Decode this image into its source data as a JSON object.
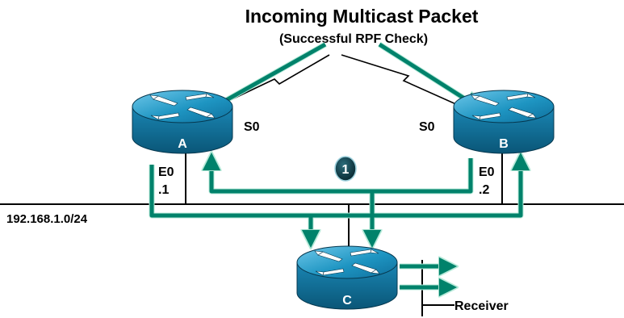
{
  "title": "Incoming Multicast Packet",
  "subtitle": "(Successful RPF Check)",
  "routers": [
    {
      "label": "A"
    },
    {
      "label": "B"
    },
    {
      "label": "C"
    }
  ],
  "interfaces": {
    "a_serial": "S0",
    "b_serial": "S0",
    "a_ethernet": "E0",
    "a_host": ".1",
    "b_ethernet": "E0",
    "b_host": ".2"
  },
  "network_label": "192.168.1.0/24",
  "step_badge": "1",
  "receiver_label": "Receiver",
  "colors": {
    "packet_arrow": "#00826b",
    "arrow_highlight": "#b7ead9",
    "router_top": "#1e95c2",
    "router_side": "#0a5e86",
    "badge_fill": "#0b3a46"
  }
}
